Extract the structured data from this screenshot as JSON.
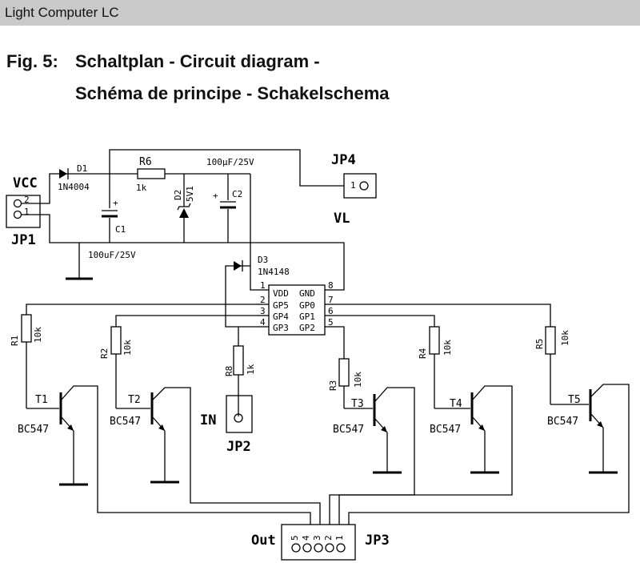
{
  "header": {
    "title": "Light Computer LC"
  },
  "caption": {
    "fig": "Fig. 5:",
    "line1": "Schaltplan - Circuit diagram -",
    "line2": "Schéma de principe - Schakelschema"
  },
  "schematic": {
    "vcc": "VCC",
    "jp1": "JP1",
    "jp1_pin1": "1",
    "jp1_pin2": "2",
    "d1": "D1",
    "d1_type": "1N4004",
    "r6": "R6",
    "r6_val": "1k",
    "c1": "C1",
    "c1_val": "100uF/25V",
    "d2": "D2",
    "d2_val": "5V1",
    "c2": "C2",
    "c2_val": "100µF/25V",
    "jp4": "JP4",
    "jp4_pin": "1",
    "vl": "VL",
    "d3": "D3",
    "d3_type": "1N4148",
    "plus": "+",
    "ic": {
      "vdd": "VDD",
      "gnd": "GND",
      "gp5": "GP5",
      "gp0": "GP0",
      "gp4": "GP4",
      "gp1": "GP1",
      "gp3": "GP3",
      "gp2": "GP2",
      "pins": [
        "1",
        "2",
        "3",
        "4",
        "5",
        "6",
        "7",
        "8"
      ]
    },
    "r1": "R1",
    "r1_val": "10k",
    "r2": "R2",
    "r2_val": "10k",
    "r3": "R3",
    "r3_val": "10k",
    "r4": "R4",
    "r4_val": "10k",
    "r5": "R5",
    "r5_val": "10k",
    "r8": "R8",
    "r8_val": "1k",
    "t1": "T1",
    "t2": "T2",
    "t3": "T3",
    "t4": "T4",
    "t5": "T5",
    "bc547": "BC547",
    "in": "IN",
    "jp2": "JP2",
    "out": "Out",
    "jp3": "JP3",
    "jp3_pins": [
      "5",
      "4",
      "3",
      "2",
      "1"
    ]
  }
}
